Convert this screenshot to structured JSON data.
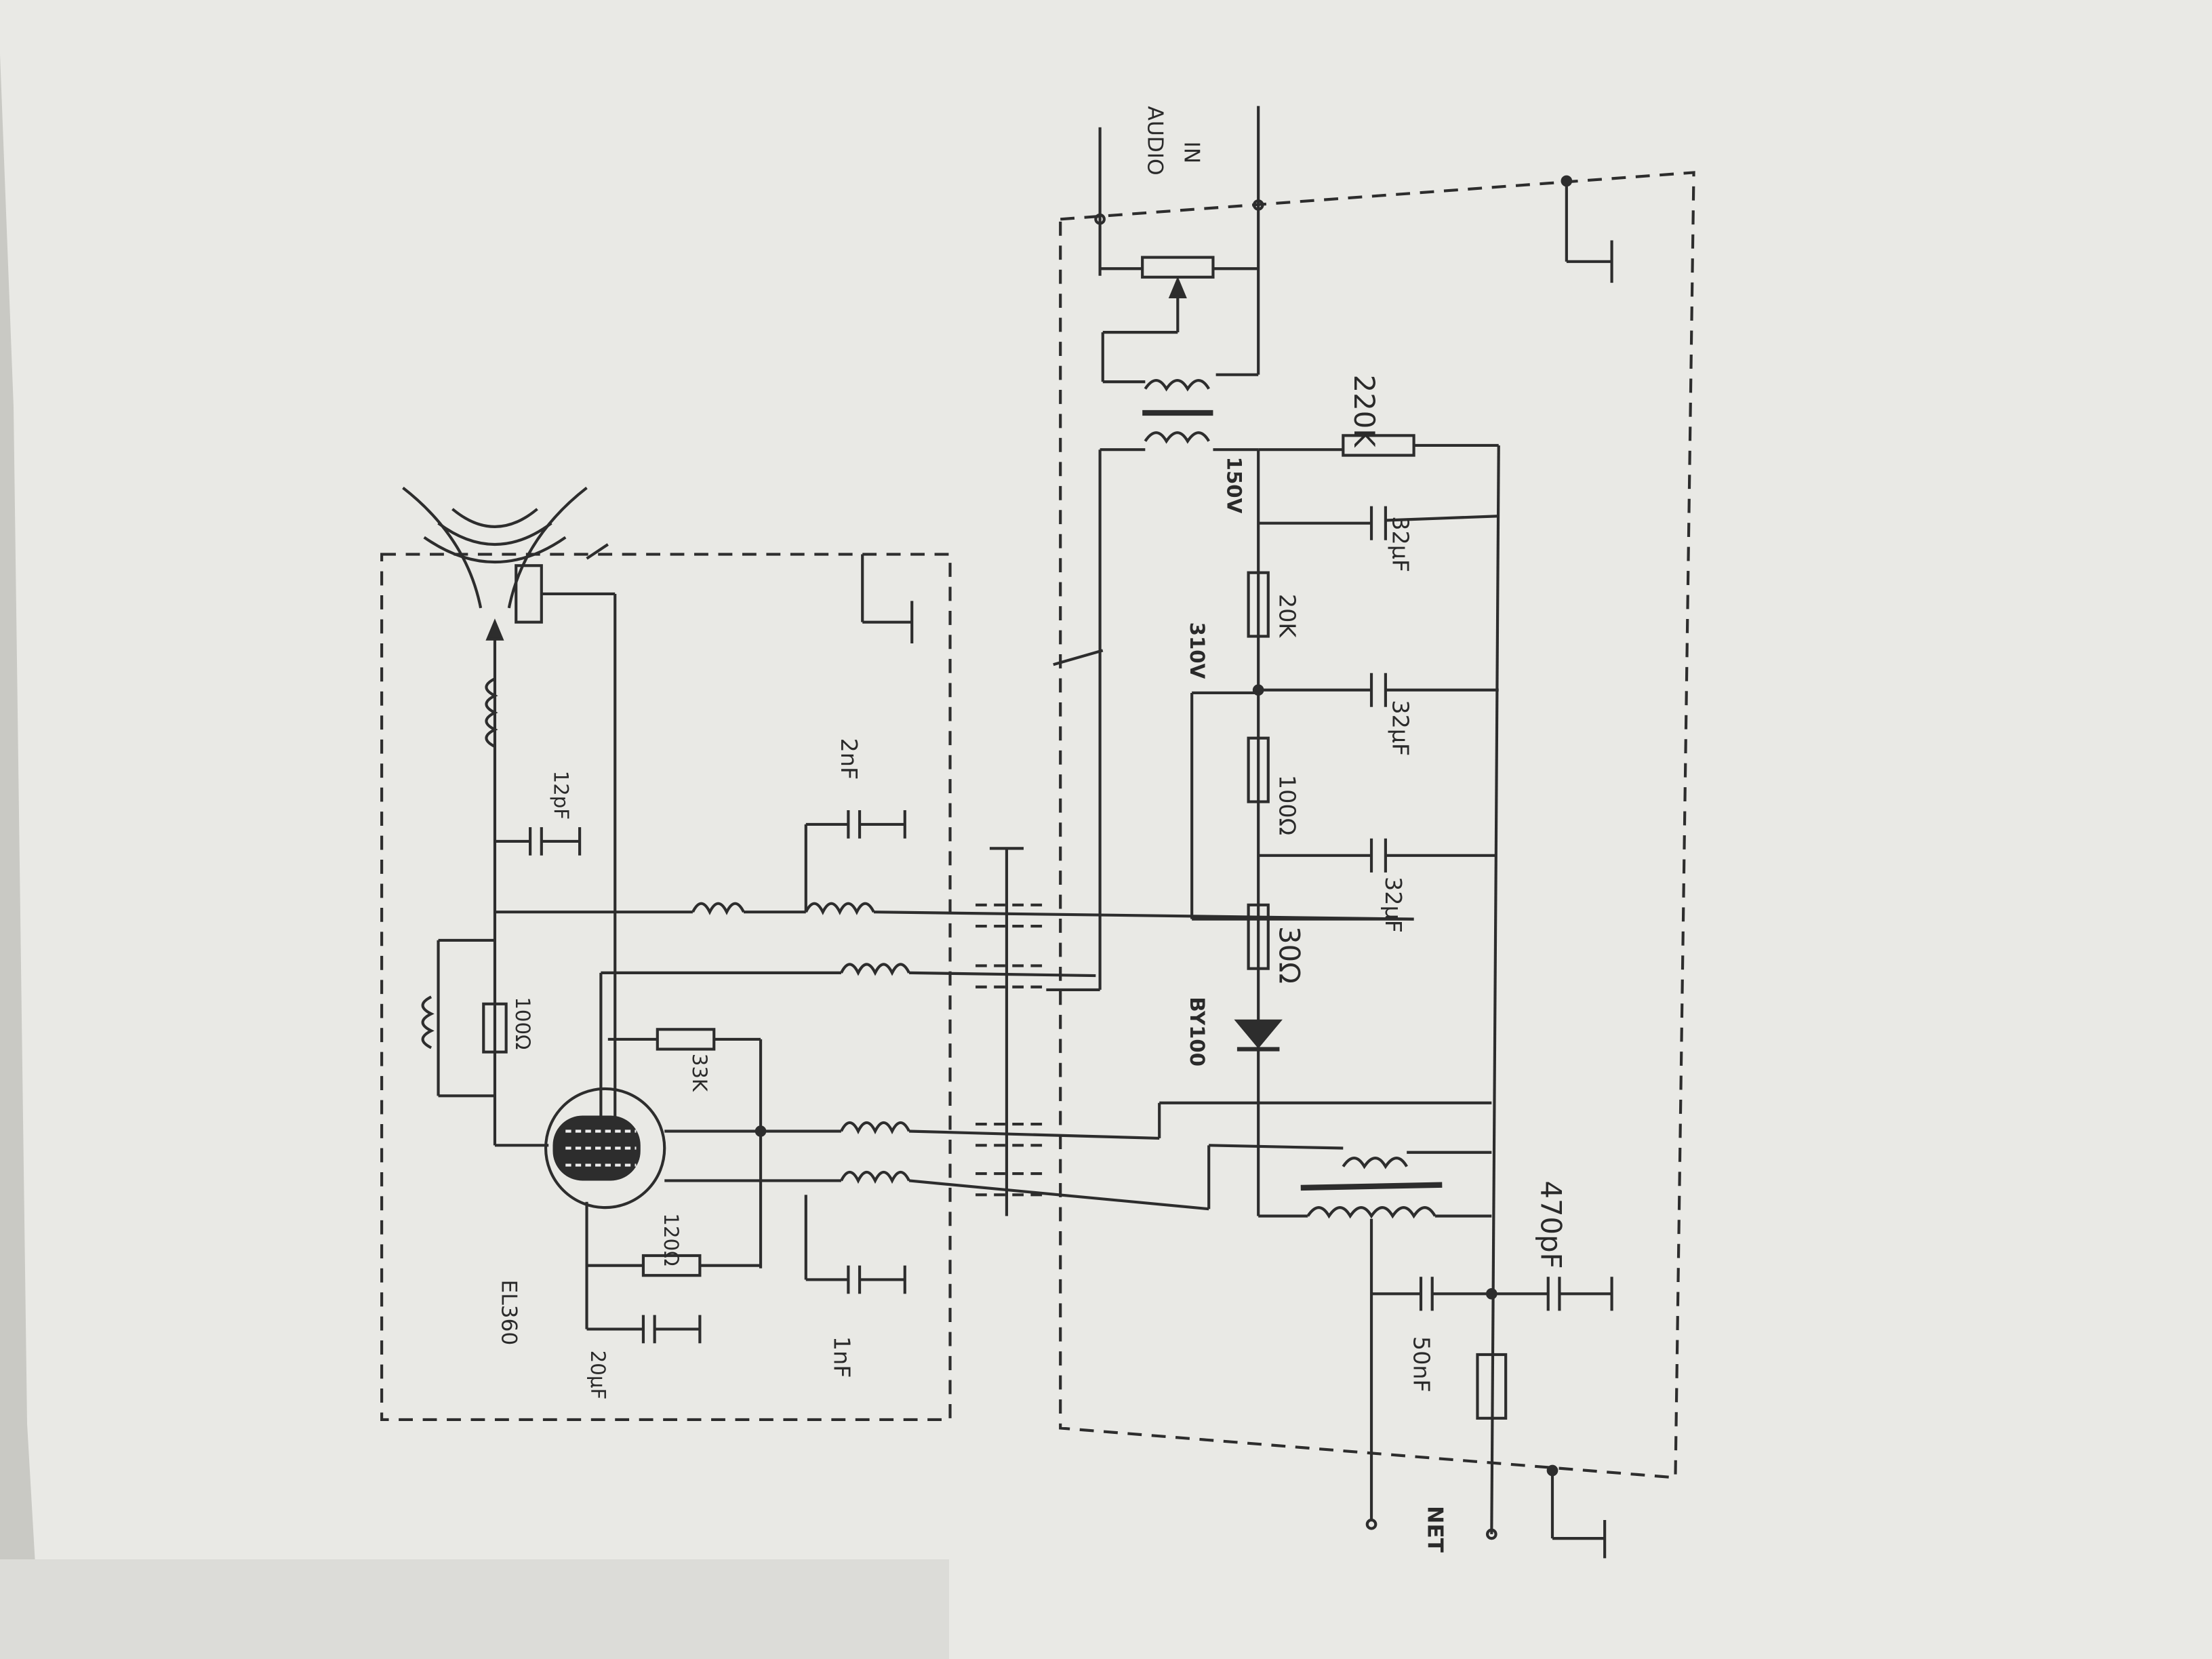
{
  "labels": {
    "tube": "EL360",
    "r_grid": "100Ω",
    "r_33k": "33K",
    "r_cathode": "120Ω",
    "c_cathode": "20μF",
    "c_1nf": "1nF",
    "c_2nf": "2nF",
    "c_12pf": "12pF",
    "diode": "BY100",
    "r_30": "30Ω",
    "r_100": "100Ω",
    "r_20k": "20K",
    "r_220k": "220K",
    "c_32a": "32μF",
    "c_32b": "32μF",
    "c_32c": "32μF",
    "v_310": "310V",
    "v_150": "150V",
    "c_50nf": "50nF",
    "c_470pf": "470pF",
    "audio": "AUDIO",
    "audio_in": "IN",
    "mains": "NET"
  },
  "colors": {
    "paper": "#ebebe7",
    "ink": "#2d2d2d",
    "background": "#cfcfca"
  }
}
